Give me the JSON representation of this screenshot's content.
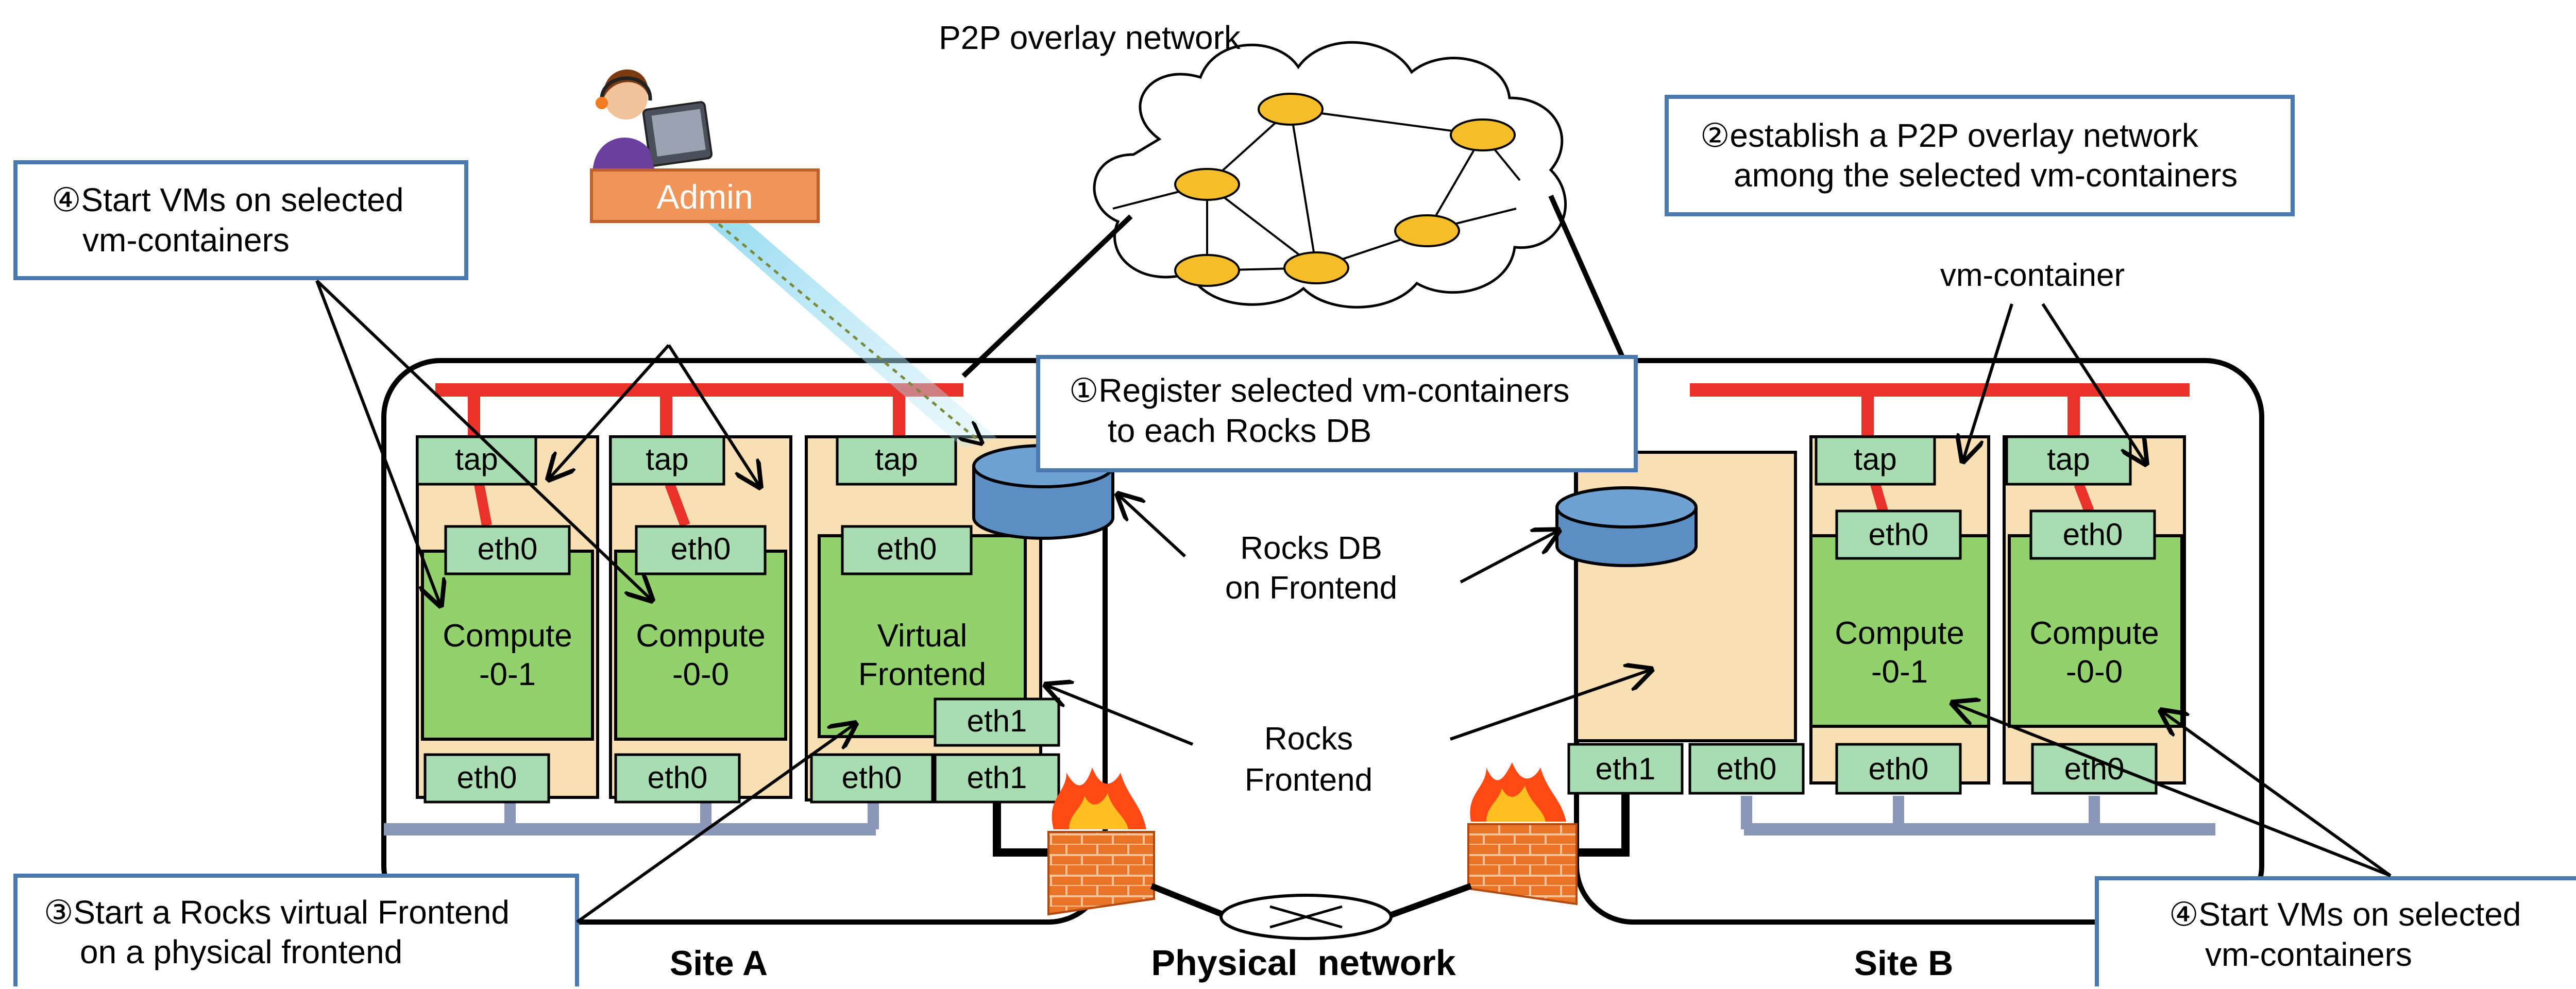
{
  "title_overlay": "P2P overlay network",
  "admin_label": "Admin",
  "callouts": {
    "step4_left": [
      "④Start VMs on selected",
      "vm-containers"
    ],
    "step2": [
      "②establish a P2P overlay network",
      "among the selected vm-containers"
    ],
    "step1": [
      "①Register selected vm-containers",
      "to each Rocks DB"
    ],
    "step3": [
      "③Start a Rocks virtual Frontend",
      "on a physical frontend"
    ],
    "step4_right": [
      "④Start VMs on selected",
      "vm-containers"
    ]
  },
  "labels": {
    "vm_container": "vm-container",
    "rocks_db": [
      "Rocks DB",
      "on Frontend"
    ],
    "rocks_frontend": [
      "Rocks",
      "Frontend"
    ]
  },
  "sites": {
    "a": "Site A",
    "b": "Site B",
    "physical": "Physical  network"
  },
  "nodes": {
    "a1": [
      "Compute",
      "-0-1"
    ],
    "a2": [
      "Compute",
      "-0-0"
    ],
    "a3": [
      "Virtual",
      "Frontend"
    ],
    "b1": [
      "Compute",
      "-0-1"
    ],
    "b2": [
      "Compute",
      "-0-0"
    ]
  },
  "iface": {
    "tap": "tap",
    "eth0": "eth0",
    "eth1": "eth1"
  },
  "colors": {
    "callout_border": "#4a7ab0",
    "container_fill": "#f8e0b4",
    "vm_fill": "#92d16b",
    "iface_fill": "#a9dcb0",
    "red_bus": "#e8322a",
    "gray_bus": "#8a96b8",
    "db_fill": "#5b8fc4",
    "admin_fill": "#f0955a",
    "overlay_node": "#f5bd28"
  }
}
